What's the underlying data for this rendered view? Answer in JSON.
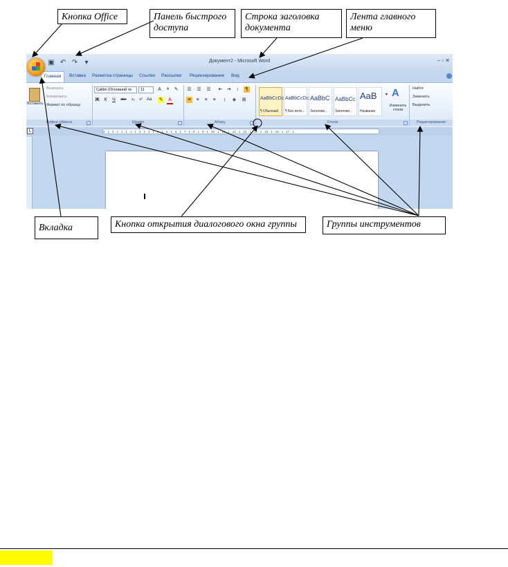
{
  "callouts": {
    "office_button": "Кнопка Office",
    "quick_access_line1": "Панель быстрого",
    "quick_access_line2": "доступа",
    "title_bar_line1": "Строка заголовка",
    "title_bar_line2": "документа",
    "ribbon_line1": "Лента главного",
    "ribbon_line2": "меню",
    "tab": "Вкладка",
    "dialog_launcher": "Кнопка открытия диалогового окна группы",
    "tool_groups": "Группы инструментов"
  },
  "word_window": {
    "title": "Документ2 - Microsoft Word",
    "tabs": [
      "Главная",
      "Вставка",
      "Разметка страницы",
      "Ссылки",
      "Рассылки",
      "Рецензирование",
      "Вид"
    ],
    "clipboard": {
      "label": "Буфер обмена",
      "paste": "Вставить",
      "cut": "Вырезать",
      "copy": "Копировать",
      "format_painter": "Формат по образцу"
    },
    "font": {
      "label": "Шрифт",
      "font_name": "Calibri (Основной те",
      "font_size": "11",
      "bold": "Ж",
      "italic": "К",
      "underline": "Ч",
      "strike": "abe",
      "sub": "x₂",
      "sup": "x²",
      "case": "Aa",
      "grow": "A",
      "shrink": "A"
    },
    "paragraph": {
      "label": "Абзац"
    },
    "styles": {
      "label": "Стили",
      "items": [
        {
          "sample": "AaBbCcDc",
          "name": "¶ Обычный"
        },
        {
          "sample": "AaBbCcDc",
          "name": "¶ Без инте..."
        },
        {
          "sample": "AaBbC",
          "name": "Заголово..."
        },
        {
          "sample": "AaBbCc",
          "name": "Заголово..."
        },
        {
          "sample": "AaB",
          "name": "Название"
        }
      ],
      "change_styles": "Изменить стили"
    },
    "editing": {
      "label": "Редактирование",
      "find": "Найти",
      "replace": "Заменить",
      "select": "Выделить"
    },
    "ruler_text": "3 · 1 · 2 · 1 · 1 · 1 · 1 · 1 · 2 · 1 · 3 · 1 · 4 · 1 · 5 · 1 · 6 · 1 · 7 · 1 · 8 · 1 · 9 · 1 · 10 · 1 · 11 · 1 · 12 · 1 · 13 · 1 · 14 · 1 · 15 · 1 · 16 · 1 · 17 · 1"
  }
}
